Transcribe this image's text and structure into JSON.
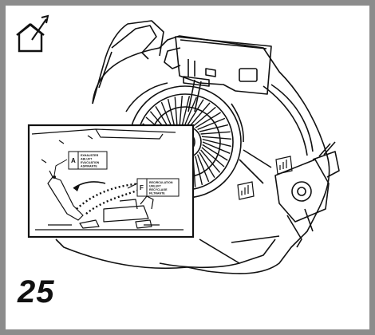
{
  "figure": {
    "number": "25",
    "icon": "house-exhaust-arrow-icon",
    "colors": {
      "frame": "#8c8c8c",
      "ink": "#111111",
      "background": "#ffffff"
    }
  },
  "inset": {
    "label_a": {
      "letter": "A",
      "lines": [
        "EXHAUSTER",
        "ABLUFT",
        "EVACUATION",
        "ASPIRANTE"
      ]
    },
    "label_f": {
      "letter": "F",
      "lines": [
        "RECIRCULATION",
        "UMLUFT",
        "RECYCLAGE",
        "FILTRANTE"
      ]
    }
  }
}
